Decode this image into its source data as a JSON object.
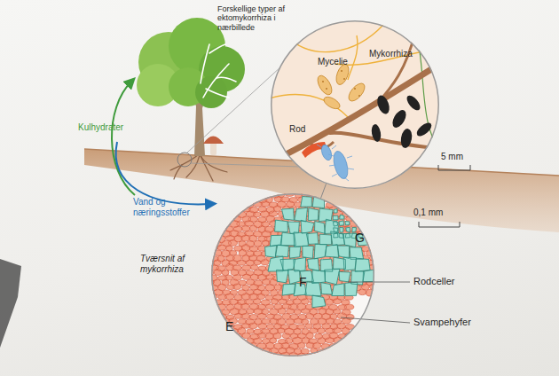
{
  "diagram": {
    "nodes": [
      {
        "text": [
          "Forskellige typer af ektomykorrhiza i nærbillede"
        ]
      },
      {
        "text": [
          "Tværsnit af mykorrhiza"
        ]
      }
    ],
    "edges": [
      {
        "from": 0,
        "to": 1,
        "arrow": "none"
      }
    ],
    "labels": [
      "Mycelie",
      "Mykorrhiza",
      "Rod",
      "5 mm",
      "0,1 mm",
      "G",
      "F",
      "E",
      "Rodceller",
      "Svampehyfer",
      "Kulhydrater",
      "Vand og næringsstoffer"
    ]
  }
}
